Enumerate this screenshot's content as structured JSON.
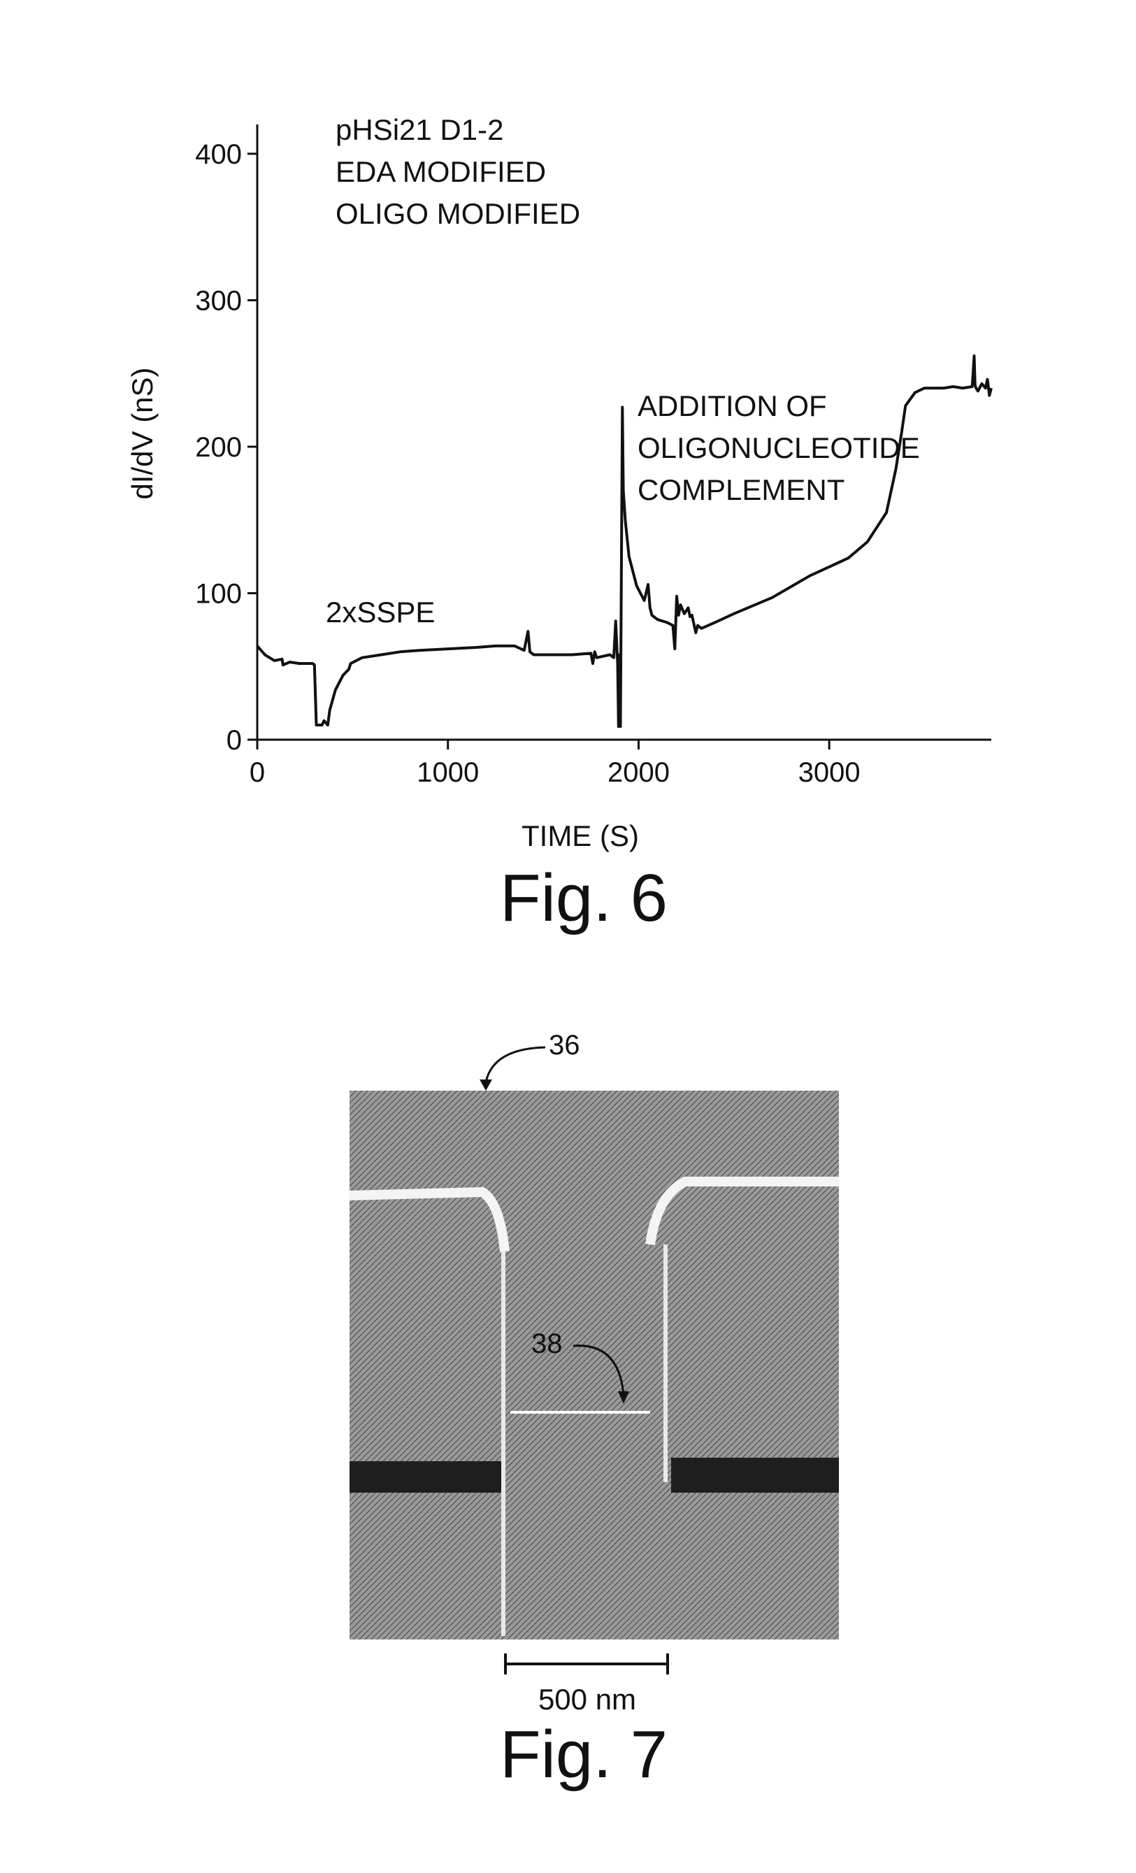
{
  "figure6": {
    "caption": "Fig. 6",
    "annotations": {
      "sample": [
        "pHSi21 D1-2",
        "EDA MODIFIED",
        "OLIGO MODIFIED"
      ],
      "buffer": "2xSSPE",
      "addition": [
        "ADDITION OF",
        "OLIGONUCLEOTIDE",
        "COMPLEMENT"
      ]
    }
  },
  "figure7": {
    "caption": "Fig. 7",
    "label_36": "36",
    "label_38": "38",
    "scale_bar": "500 nm"
  },
  "chart_data": {
    "type": "line",
    "title": "",
    "xlabel": "TIME (S)",
    "ylabel": "dI/dV (nS)",
    "xlim": [
      0,
      3850
    ],
    "ylim": [
      0,
      420
    ],
    "x_ticks": [
      0,
      1000,
      2000,
      3000
    ],
    "y_ticks": [
      0,
      100,
      200,
      300,
      400
    ],
    "grid": false,
    "series": [
      {
        "x": [
          0,
          40,
          90,
          130,
          135,
          170,
          220,
          290,
          300,
          310,
          340,
          350,
          370,
          380,
          410,
          450,
          480,
          490,
          550,
          650,
          750,
          850,
          1000,
          1150,
          1250,
          1350,
          1400,
          1420,
          1430,
          1440,
          1450,
          1550,
          1650,
          1750,
          1760,
          1770,
          1780,
          1850,
          1870,
          1880,
          1890,
          1895,
          1900,
          1905,
          1915,
          1920,
          1930,
          1950,
          1990,
          2030,
          2050,
          2060,
          2070,
          2100,
          2150,
          2180,
          2190,
          2200,
          2210,
          2220,
          2240,
          2260,
          2270,
          2280,
          2300,
          2310,
          2330,
          2400,
          2500,
          2700,
          2900,
          3000,
          3050,
          3100,
          3200,
          3300,
          3350,
          3380,
          3400,
          3450,
          3500,
          3600,
          3650,
          3700,
          3750,
          3760,
          3765,
          3770,
          3780,
          3800,
          3820,
          3830,
          3840,
          3850
        ],
        "y": [
          64,
          58,
          54,
          55,
          51,
          53,
          52,
          52,
          51,
          10,
          10,
          13,
          10,
          20,
          34,
          44,
          48,
          52,
          56,
          58,
          60,
          61,
          62,
          63,
          64,
          64,
          61,
          74,
          60,
          59,
          58,
          58,
          58,
          59,
          52,
          60,
          56,
          58,
          56,
          81,
          52,
          9,
          58,
          9,
          227,
          170,
          150,
          125,
          105,
          95,
          106,
          90,
          85,
          82,
          80,
          78,
          62,
          98,
          85,
          92,
          86,
          90,
          84,
          85,
          73,
          78,
          76,
          80,
          86,
          97,
          112,
          118,
          121,
          124,
          135,
          155,
          185,
          210,
          228,
          237,
          240,
          240,
          241,
          240,
          241,
          262,
          242,
          240,
          238,
          243,
          240,
          246,
          235,
          240
        ]
      }
    ]
  }
}
